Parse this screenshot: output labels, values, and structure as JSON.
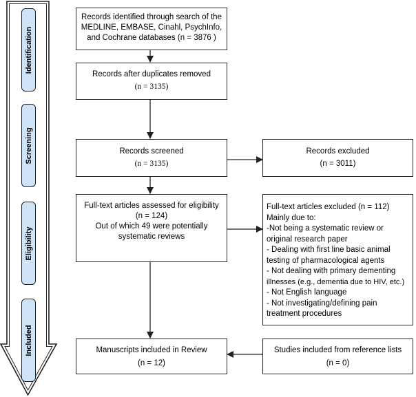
{
  "stages": [
    {
      "label": "Identification"
    },
    {
      "label": "Screening"
    },
    {
      "label": "Eligibility"
    },
    {
      "label": "Included"
    }
  ],
  "boxes": {
    "records_identified": {
      "lines": [
        "Records identified through search of the",
        "MEDLINE, EMBASE, Cinahl, PsychInfo,",
        "and Cochrane databases (n =  3876 )"
      ]
    },
    "duplicates_removed": {
      "lines": [
        "Records after duplicates removed",
        "(n = 3135)"
      ]
    },
    "records_screened": {
      "lines": [
        "Records screened",
        "(n = 3135)"
      ]
    },
    "records_excluded": {
      "lines": [
        "Records excluded",
        "(n = 3011)"
      ]
    },
    "fulltext_assessed": {
      "lines": [
        "Full-text articles assessed for eligibility",
        "(n = 124)",
        "Out of which 49 were potentially",
        "systematic reviews"
      ]
    },
    "fulltext_excluded": {
      "lines": [
        "Full-text articles excluded (n = 112)",
        "Mainly due to:",
        "-Not being a systematic review or",
        "original research paper",
        "- Dealing with first line basic animal",
        "testing of pharmacological agents",
        "- Not dealing with primary dementing",
        "illnesses (e.g., dementia due to HIV, etc.)",
        "- Not English language",
        "- Not investigating/defining pain",
        "treatment procedures"
      ]
    },
    "included": {
      "lines": [
        "Manuscripts included in Review",
        "(n = 12)"
      ]
    },
    "reference_lists": {
      "lines": [
        "Studies included from reference lists",
        "(n = 0)"
      ]
    }
  },
  "colors": {
    "stage_fill": "#cfe3f7",
    "stroke": "#222222"
  }
}
